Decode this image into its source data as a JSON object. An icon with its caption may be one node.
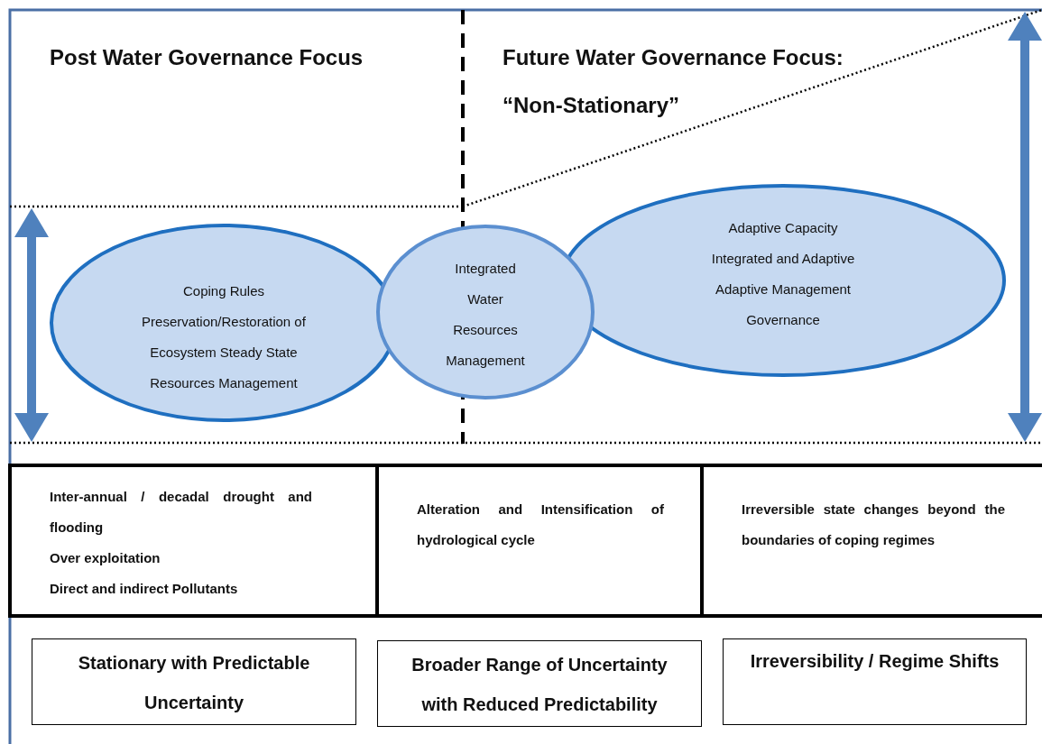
{
  "diagram": {
    "nodes": [
      {
        "text": [
          "Coping Rules",
          "Preservation/Restoration of",
          "Ecosystem Steady State",
          "Resources Management"
        ]
      },
      {
        "text": [
          "Adaptive Capacity",
          "Integrated and Adaptive",
          "Adaptive Management",
          "Governance"
        ]
      },
      {
        "text": [
          "Integrated Water Resources Management"
        ]
      },
      {
        "text": [
          "Inter-annual / decadal drought and flooding",
          "Over exploitation",
          "Direct and indirect Pollutants"
        ]
      },
      {
        "text": [
          "Alteration and Intensification of hydrological cycle"
        ]
      },
      {
        "text": [
          "Irreversible state changes beyond the boundaries of coping regimes"
        ]
      },
      {
        "text": [
          "Stationary with Predictable Uncertainty"
        ]
      },
      {
        "text": [
          "Broader Range of Uncertainty with Reduced Predictability"
        ]
      },
      {
        "text": [
          "Irreversibility / Regime Shifts"
        ]
      }
    ],
    "labels": [
      "Post Water Governance Focus",
      "Future Water Governance Focus:",
      "“Non-Stationary”"
    ]
  }
}
